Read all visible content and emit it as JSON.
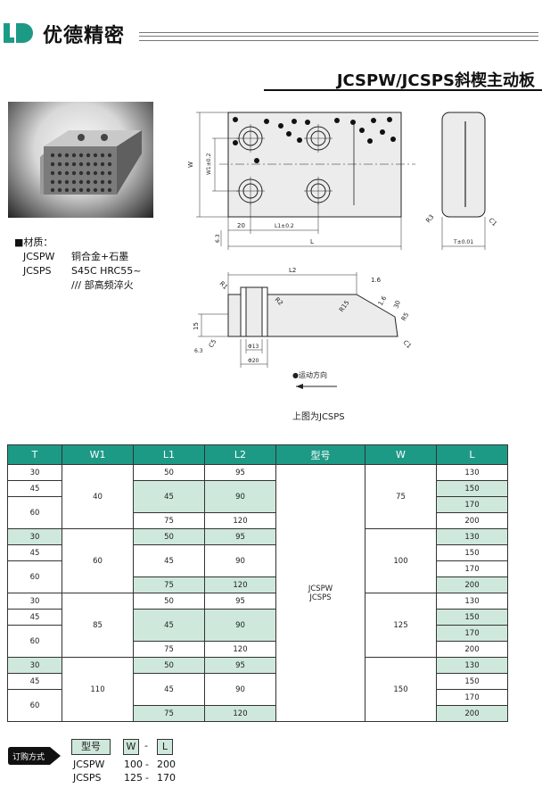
{
  "header": {
    "brand": "优德精密",
    "product_title": "JCSPW/JCSPS斜楔主动板"
  },
  "material": {
    "heading": "■材质：",
    "rows": [
      {
        "model": "JCSPW",
        "spec": "铜合金+石墨"
      },
      {
        "model": "JCSPS",
        "spec": "S45C  HRC55~"
      },
      {
        "model": "",
        "spec": "/// 部高频淬火"
      }
    ]
  },
  "drawing": {
    "labels": {
      "w": "W",
      "w1": "W1±0.2",
      "dim20": "20",
      "l1": "L1±0.2",
      "l": "L",
      "dim6_3a": "6.3",
      "r3": "R3",
      "c1a": "C1",
      "t": "T±0.01",
      "l2": "L2",
      "r1": "R1",
      "r2": "R2",
      "r15": "R15",
      "dim1_6": "1.6",
      "dim1_6b": "1.6",
      "dim30": "30",
      "r5": "R5",
      "c1b": "C1",
      "dim15": "15",
      "c5": "C5",
      "dim6_3b": "6.3",
      "phi13": "Φ13",
      "phi20": "Φ20"
    },
    "motion": "●运动方向",
    "caption": "上图为JCSPS"
  },
  "table": {
    "headers": [
      "T",
      "W1",
      "L1",
      "L2",
      "型号",
      "W",
      "L"
    ],
    "model_label": [
      "JCSPW",
      "JCSPS"
    ],
    "groups": [
      {
        "w1": "40",
        "w": "75",
        "t": [
          "30",
          "45",
          "60"
        ],
        "l1l2": [
          [
            "50",
            "95"
          ],
          [
            "45",
            "90"
          ],
          [
            "75",
            "120"
          ]
        ],
        "l": [
          "130",
          "150",
          "170",
          "200"
        ]
      },
      {
        "w1": "60",
        "w": "100",
        "t": [
          "30",
          "45",
          "60"
        ],
        "l1l2": [
          [
            "50",
            "95"
          ],
          [
            "45",
            "90"
          ],
          [
            "75",
            "120"
          ]
        ],
        "l": [
          "130",
          "150",
          "170",
          "200"
        ]
      },
      {
        "w1": "85",
        "w": "125",
        "t": [
          "30",
          "45",
          "60"
        ],
        "l1l2": [
          [
            "50",
            "95"
          ],
          [
            "45",
            "90"
          ],
          [
            "75",
            "120"
          ]
        ],
        "l": [
          "130",
          "150",
          "170",
          "200"
        ]
      },
      {
        "w1": "110",
        "w": "150",
        "t": [
          "30",
          "45",
          "60"
        ],
        "l1l2": [
          [
            "50",
            "95"
          ],
          [
            "45",
            "90"
          ],
          [
            "75",
            "120"
          ]
        ],
        "l": [
          "130",
          "150",
          "170",
          "200"
        ]
      }
    ]
  },
  "order": {
    "badge": "订购方式",
    "box_model": "型号",
    "box_w": "W",
    "dash": "-",
    "box_l": "L",
    "rows": [
      {
        "model": "JCSPW",
        "w": "100",
        "l": "200"
      },
      {
        "model": "JCSPS",
        "w": "125",
        "l": "170"
      }
    ]
  }
}
